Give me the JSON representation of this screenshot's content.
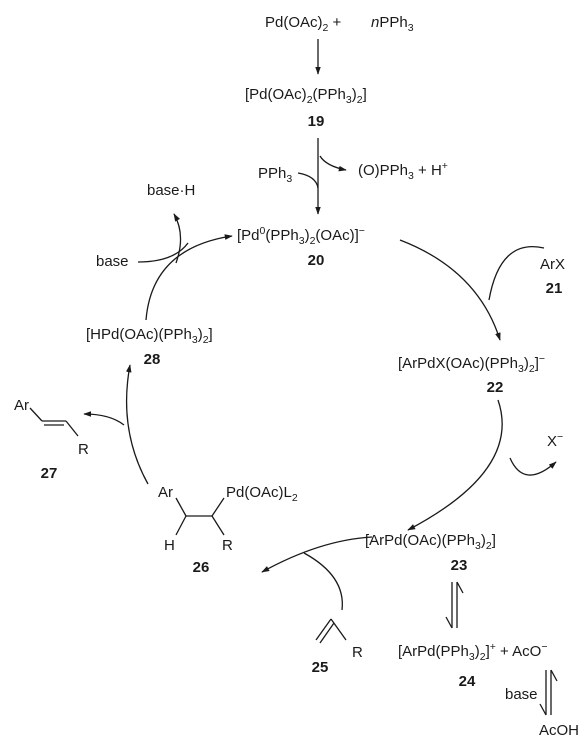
{
  "precursor": {
    "pd_oac2": [
      "Pd(OAc)",
      "2",
      " + "
    ],
    "n_pph3": [
      "n",
      "PPh",
      "3"
    ]
  },
  "compounds": {
    "c19": {
      "formula": [
        "[Pd(OAc)",
        "2",
        "(PPh",
        "3",
        ")",
        "2",
        "]"
      ],
      "number": "19"
    },
    "c20": {
      "formula": [
        "[Pd",
        "0",
        "(PPh",
        "3",
        ")",
        "2",
        "(OAc)]",
        "−"
      ],
      "number": "20"
    },
    "c21": {
      "formula": "ArX",
      "number": "21"
    },
    "c22": {
      "formula": [
        "[ArPdX(OAc)(PPh",
        "3",
        ")",
        "2",
        "]",
        "−"
      ],
      "number": "22"
    },
    "c23": {
      "formula": [
        "[ArPd(OAc)(PPh",
        "3",
        ")",
        "2",
        "]"
      ],
      "number": "23"
    },
    "c24": {
      "formula": [
        "[ArPd(PPh",
        "3",
        ")",
        "2",
        "]",
        "+",
        " + AcO",
        "−"
      ],
      "number": "24"
    },
    "c25": {
      "r": "R",
      "number": "25"
    },
    "c26": {
      "ar": "Ar",
      "h": "H",
      "r": "R",
      "pd": [
        "Pd(OAc)L",
        "2"
      ],
      "number": "26"
    },
    "c27": {
      "ar": "Ar",
      "r": "R",
      "number": "27"
    },
    "c28": {
      "formula": [
        "[HPd(OAc)(PPh",
        "3",
        ")",
        "2",
        "]"
      ],
      "number": "28"
    }
  },
  "reagents": {
    "pph3_in": [
      "PPh",
      "3"
    ],
    "pph3o_out": [
      "(O)PPh",
      "3",
      " + H",
      "+"
    ],
    "x_minus": [
      "X",
      "−"
    ],
    "base": "base",
    "base_h": "base·H",
    "base_side": "base",
    "acoh": "AcOH"
  }
}
